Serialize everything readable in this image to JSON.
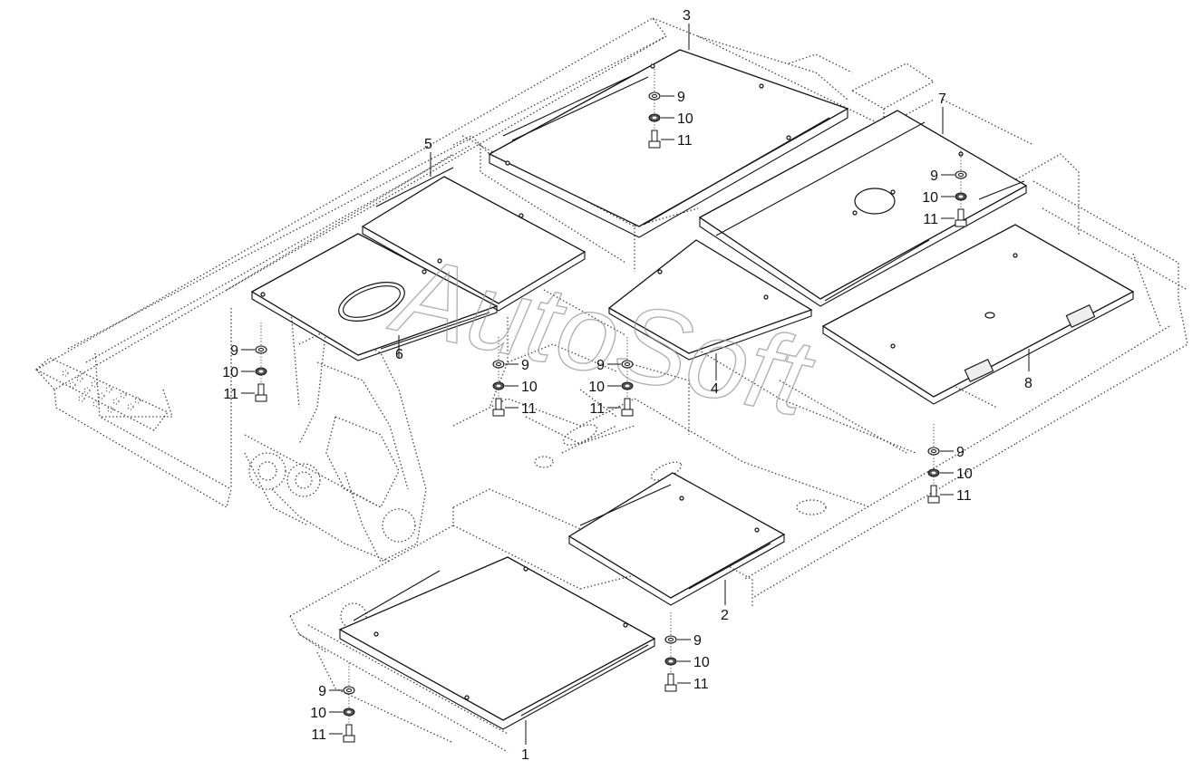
{
  "watermark": "AutoSoft",
  "callouts": {
    "c1": "1",
    "c2": "2",
    "c3": "3",
    "c4": "4",
    "c5": "5",
    "c6": "6",
    "c7": "7",
    "c8": "8"
  },
  "hardware_labels": {
    "washer_a": "9",
    "washer_b": "10",
    "bolt": "11"
  }
}
